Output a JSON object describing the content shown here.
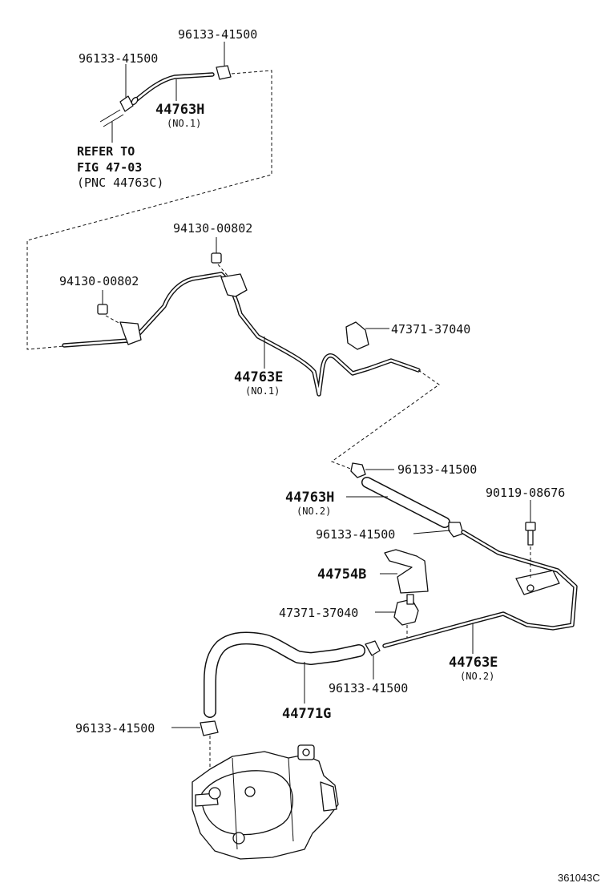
{
  "labels": {
    "clamp_top_right": "96133-41500",
    "clamp_top_left": "96133-41500",
    "hose_no1_part": "44763H",
    "hose_no1_sub": "(NO.1)",
    "refer_line1": "REFER TO",
    "refer_line2": "FIG 47-03",
    "refer_line3": "(PNC 44763C)",
    "nut_upper": "94130-00802",
    "nut_left": "94130-00802",
    "clamp_bracket_upper": "47371-37040",
    "pipe_no1_part": "44763E",
    "pipe_no1_sub": "(NO.1)",
    "clamp_mid_upper": "96133-41500",
    "hose_no2_part": "44763H",
    "hose_no2_sub": "(NO.2)",
    "bolt": "90119-08676",
    "clamp_mid_lower": "96133-41500",
    "bracket": "44754B",
    "clamp_bracket_lower": "47371-37040",
    "pipe_no2_part": "44763E",
    "pipe_no2_sub": "(NO.2)",
    "clamp_low_mid": "96133-41500",
    "hose_bottom_part": "44771G",
    "clamp_bottom": "96133-41500",
    "diagram_code": "361043C"
  }
}
